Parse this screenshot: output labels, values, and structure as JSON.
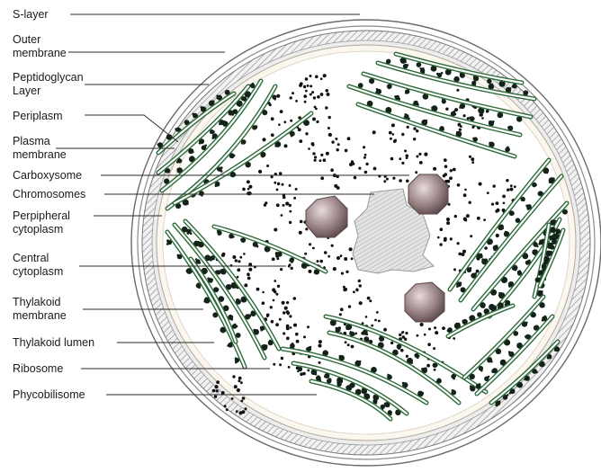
{
  "labels": [
    {
      "id": "s-layer",
      "lines": [
        "S-layer"
      ]
    },
    {
      "id": "outer-membrane",
      "lines": [
        "Outer",
        "membrane"
      ]
    },
    {
      "id": "peptidoglycan-layer",
      "lines": [
        "Peptidoglycan",
        "Layer"
      ]
    },
    {
      "id": "periplasm",
      "lines": [
        "Periplasm"
      ]
    },
    {
      "id": "plasma-membrane",
      "lines": [
        "Plasma",
        "membrane"
      ]
    },
    {
      "id": "carboxysome",
      "lines": [
        "Carboxysome"
      ]
    },
    {
      "id": "chromosomes",
      "lines": [
        "Chromosomes"
      ]
    },
    {
      "id": "peripheral-cytoplasm",
      "lines": [
        "Perpipheral",
        "cytoplasm"
      ]
    },
    {
      "id": "central-cytoplasm",
      "lines": [
        "Central",
        "cytoplasm"
      ]
    },
    {
      "id": "thylakoid-membrane",
      "lines": [
        "Thylakoid",
        "membrane"
      ]
    },
    {
      "id": "thylakoid-lumen",
      "lines": [
        "Thylakoid lumen"
      ]
    },
    {
      "id": "ribosome",
      "lines": [
        "Ribosome"
      ]
    },
    {
      "id": "phycobilisome",
      "lines": [
        "Phycobilisome"
      ]
    }
  ],
  "colors": {
    "thylakoid_membrane": "#2e6b3a",
    "thylakoid_lumen": "#ffffff",
    "phycobilisome": "#14221a",
    "carboxysome": "#a08a8c",
    "ribosome": "#111111",
    "cell_wall_hatch": "#8a8a8a",
    "cytoplasm": "#ffffff"
  }
}
